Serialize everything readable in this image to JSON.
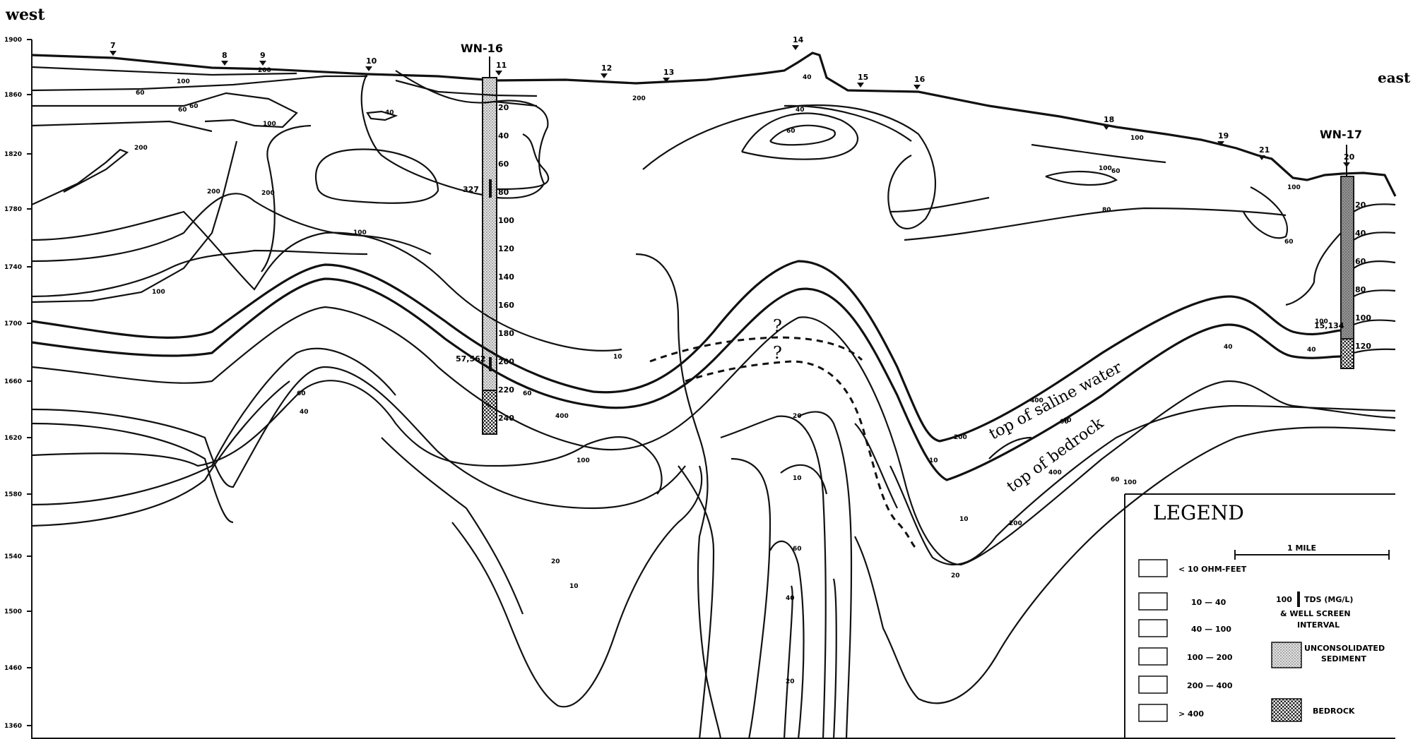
{
  "labels": {
    "west": "west",
    "east": "east"
  },
  "elevations": [
    "1900",
    "1860",
    "1820",
    "1780",
    "1740",
    "1700",
    "1660",
    "1620",
    "1580",
    "1540",
    "1500",
    "1460",
    "1360"
  ],
  "stations": [
    "7",
    "8",
    "9",
    "10",
    "11",
    "12",
    "13",
    "14",
    "15",
    "16",
    "18",
    "19",
    "21",
    "20"
  ],
  "wells": [
    {
      "name": "WN-16",
      "tds_top": "327",
      "tds_bottom": "57,562",
      "depths": [
        "20",
        "40",
        "60",
        "80",
        "100",
        "120",
        "140",
        "160",
        "180",
        "200",
        "220",
        "240"
      ]
    },
    {
      "name": "WN-17",
      "tds": "15,134",
      "depths": [
        "20",
        "40",
        "60",
        "80",
        "100",
        "120"
      ]
    }
  ],
  "contour_labels": [
    "200",
    "100",
    "60",
    "60",
    "100",
    "200",
    "40",
    "200",
    "100",
    "100",
    "200",
    "60",
    "40",
    "200",
    "60",
    "100",
    "100",
    "60",
    "80",
    "100",
    "60",
    "100",
    "40",
    "40",
    "60",
    "20",
    "10",
    "60",
    "40",
    "20",
    "10",
    "20",
    "10",
    "60",
    "100",
    "200",
    "400",
    "40",
    "400",
    "400",
    "200",
    "60",
    "40",
    "20",
    "10",
    "100",
    "10",
    "60",
    "40"
  ],
  "annotations": {
    "saline": "top of saline water",
    "bedrock": "top of bedrock",
    "question": "?"
  },
  "legend": {
    "title": "LEGEND",
    "scale": "1 MILE",
    "ranges": [
      "< 10 OHM-FEET",
      "10 — 40",
      "40 — 100",
      "100 — 200",
      "200 — 400",
      "> 400"
    ],
    "tds_value": "100",
    "tds_text": "TDS (MG/L)",
    "screen_text_1": "& WELL SCREEN",
    "screen_text_2": "INTERVAL",
    "sediment_1": "UNCONSOLIDATED",
    "sediment_2": "SEDIMENT",
    "bedrock": "BEDROCK"
  }
}
